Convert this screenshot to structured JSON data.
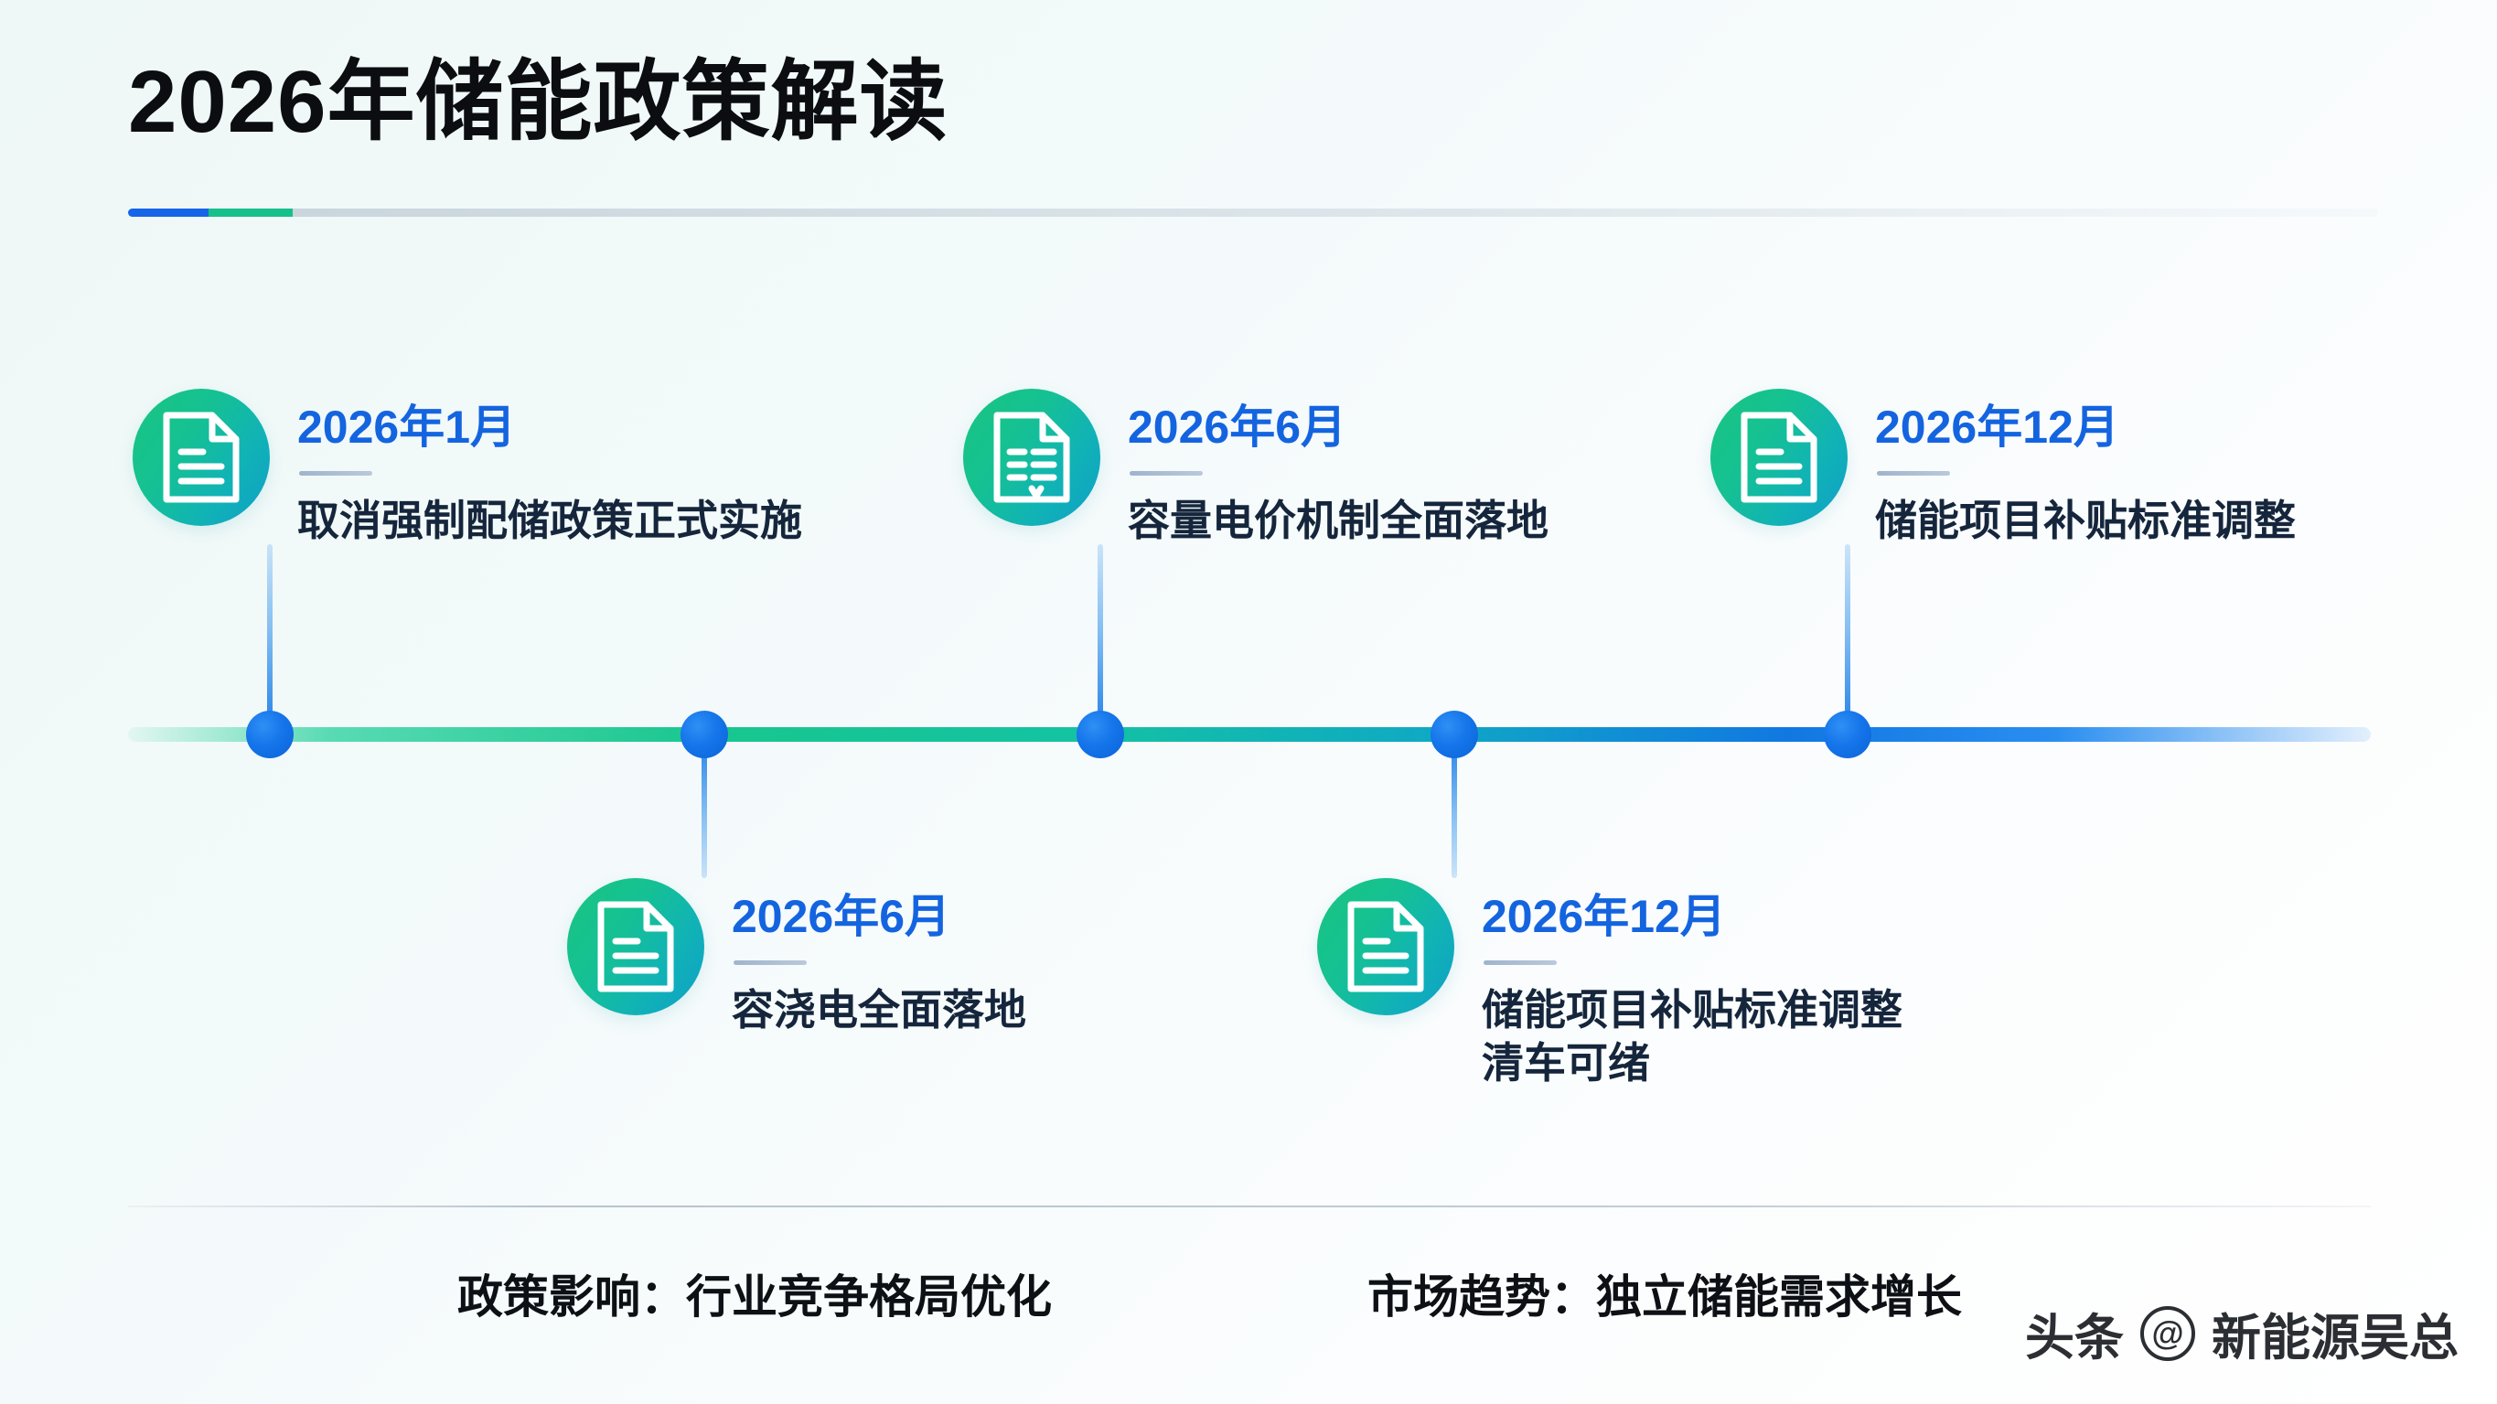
{
  "header": {
    "title": "2026年储能政策解读",
    "accent_blue": "#1565e8",
    "accent_green": "#17c08a"
  },
  "timeline": {
    "icon_name": "document-icon",
    "axis_gradient_from": "#18c68e",
    "axis_gradient_to": "#1178e2",
    "dot_color": "#1575ea",
    "date_color": "#1464e0",
    "milestones": [
      {
        "id": "m1",
        "position": "above",
        "date": "2026年1月",
        "desc": "取消强制配储政策正式实施",
        "desc2": "",
        "icon": "document-lines-icon"
      },
      {
        "id": "m2",
        "position": "below",
        "date": "2026年6月",
        "desc": "容浇电全面落地",
        "desc2": "",
        "icon": "document-lines-icon"
      },
      {
        "id": "m3",
        "position": "above",
        "date": "2026年6月",
        "desc": "容量电价机制全面落地",
        "desc2": "",
        "icon": "document-bullets-icon"
      },
      {
        "id": "m4",
        "position": "below",
        "date": "2026年12月",
        "desc": "储能项目补贴标准调整",
        "desc2": "清车可绪",
        "icon": "document-lines-icon"
      },
      {
        "id": "m5",
        "position": "above",
        "date": "2026年12月",
        "desc": "储能项目补贴标准调整",
        "desc2": "",
        "icon": "document-lines-icon"
      }
    ]
  },
  "footer": {
    "items": [
      {
        "id": "f1",
        "text": "政策影响：行业竞争格局优化"
      },
      {
        "id": "f2",
        "text": "市场趋势：独立储能需求增长"
      }
    ]
  },
  "watermark": {
    "platform": "头条",
    "at_symbol": "@",
    "account": "新能源吴总"
  }
}
